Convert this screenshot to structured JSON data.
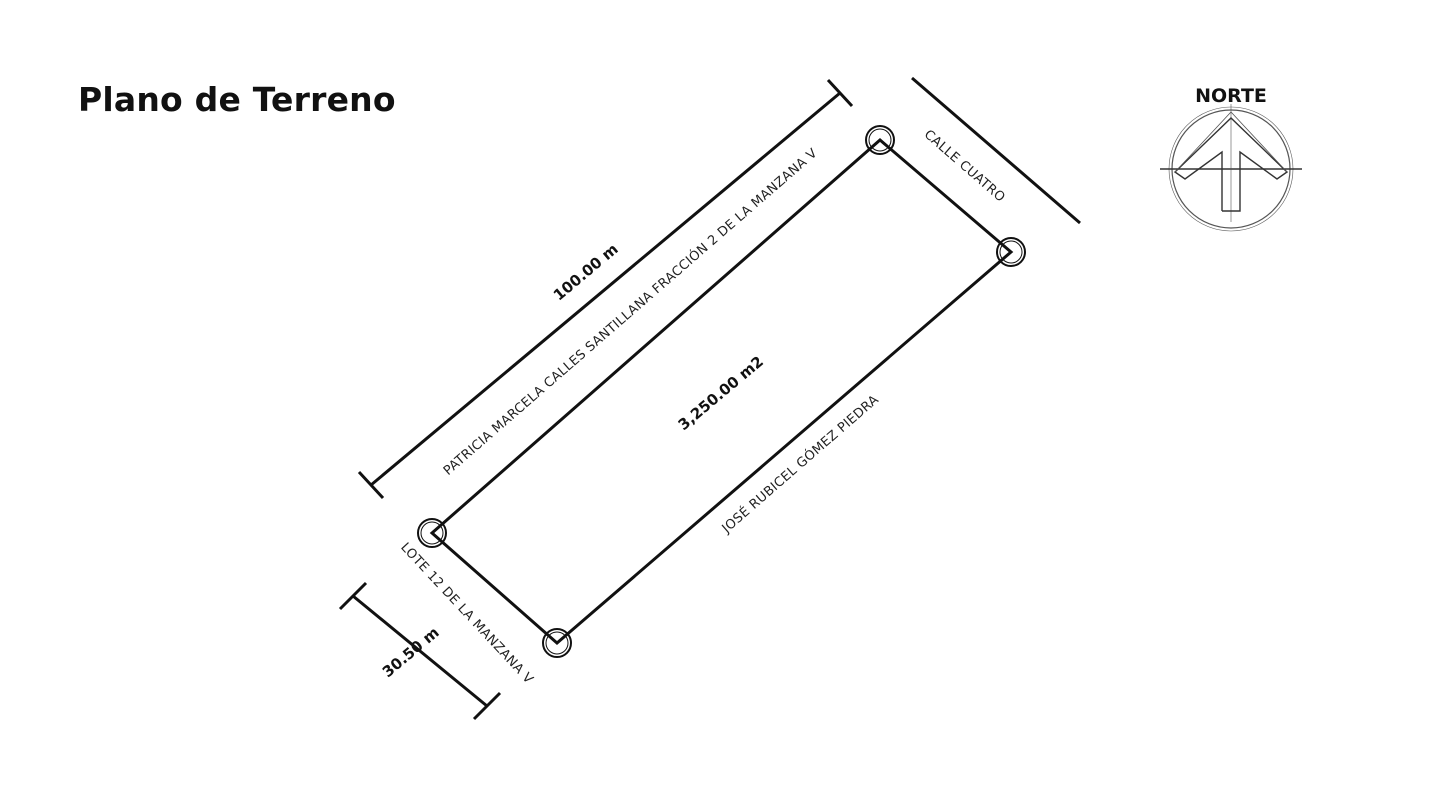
{
  "title": "Plano de Terreno",
  "north_label": "NORTE",
  "dimensions": {
    "long_side": "100.00 m",
    "short_side": "30.50 m"
  },
  "area": "3,250.00 m2",
  "boundaries": {
    "northwest": "PATRICIA MARCELA CALLES SANTILLANA FRACCIÓN 2 DE LA MANZANA V",
    "northeast": "CALLE CUATRO",
    "southeast": "JOSÉ RUBICEL GÓMEZ PIEDRA",
    "southwest": "LOTE 12 DE LA MANZANA V"
  },
  "colors": {
    "line": "#111111",
    "compass": "#555555",
    "background": "#ffffff"
  }
}
